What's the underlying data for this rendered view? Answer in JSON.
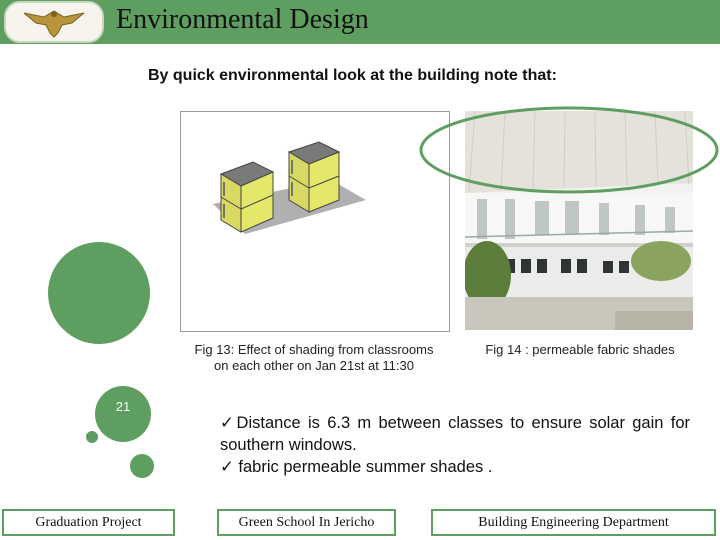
{
  "header": {
    "title": "Environmental Design"
  },
  "main": {
    "subtitle": "By quick environmental look at the building note that:",
    "figure_left_caption": "Fig 13: Effect of shading from classrooms on each other on Jan 21st at 11:30",
    "figure_right_caption": "Fig 14 : permeable fabric shades",
    "page_number": "21",
    "bullets": [
      "✓Distance is 6.3 m between classes to ensure solar gain for southern windows.",
      "✓ fabric permeable summer shades ."
    ]
  },
  "footer": {
    "left": "Graduation Project",
    "center": "Green School In Jericho",
    "right": "Building Engineering Department"
  },
  "colors": {
    "accent_green": "#5e9e60",
    "building_yellow": "#e3e86a",
    "highlight_ellipse": "#5e9e60"
  }
}
